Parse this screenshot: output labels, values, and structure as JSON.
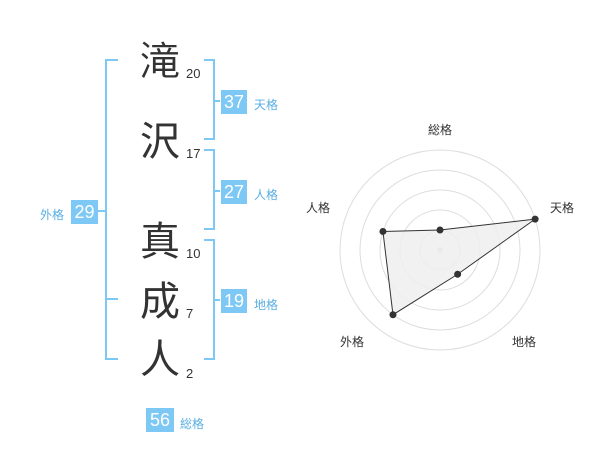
{
  "name": {
    "chars": [
      {
        "char": "滝",
        "strokes": "20"
      },
      {
        "char": "沢",
        "strokes": "17"
      },
      {
        "char": "真",
        "strokes": "10"
      },
      {
        "char": "成",
        "strokes": "7"
      },
      {
        "char": "人",
        "strokes": "2"
      }
    ]
  },
  "kakusu": {
    "tenkaku": {
      "value": "37",
      "label": "天格"
    },
    "jinkaku": {
      "value": "27",
      "label": "人格"
    },
    "chikaku": {
      "value": "19",
      "label": "地格"
    },
    "gaikaku": {
      "value": "29",
      "label": "外格"
    },
    "soukaku": {
      "value": "56",
      "label": "総格"
    }
  },
  "radar": {
    "labels": {
      "soukaku": "総格",
      "tenkaku": "天格",
      "chikaku": "地格",
      "gaikaku": "外格",
      "jinkaku": "人格"
    }
  },
  "chart_data": {
    "type": "radar",
    "axes": [
      "総格",
      "天格",
      "地格",
      "外格",
      "人格"
    ],
    "values": [
      1,
      5,
      1.5,
      4,
      3
    ],
    "scale_max": 5,
    "rings": 5
  },
  "colors": {
    "accent": "#7ec8f5",
    "label": "#5aaee3",
    "bracket": "#7ec8f5"
  }
}
